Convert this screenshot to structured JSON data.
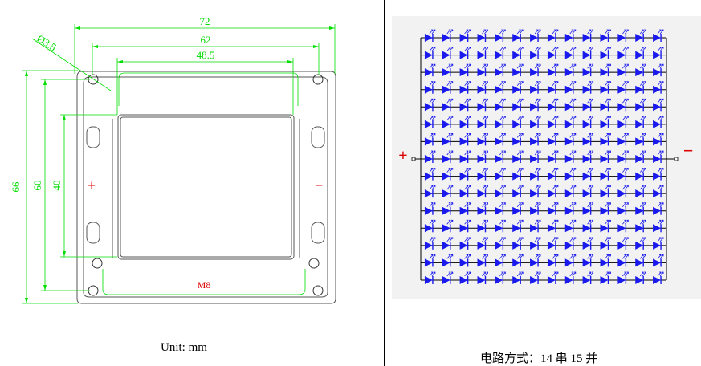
{
  "drawing": {
    "dim_width_total": "72",
    "dim_width_holes": "62",
    "dim_width_inner": "48.5",
    "dim_hole_diameter": "Ø3.5",
    "dim_height_total": "66",
    "dim_height_holes": "60",
    "dim_height_inner": "40",
    "plus_label": "+",
    "minus_label": "−",
    "thread_label": "M8",
    "outline_color": "#555555",
    "dimension_color": "#00dd00",
    "thread_color": "#dd0000"
  },
  "circuit": {
    "rows": 15,
    "cols": 14,
    "plus_label": "+",
    "minus_label": "−",
    "led_color": "#1a1aee",
    "wire_color": "#000000",
    "sign_color": "#dd0000"
  },
  "captions": {
    "unit": "Unit: mm",
    "circuit": "电路方式：14 串 15 并"
  }
}
